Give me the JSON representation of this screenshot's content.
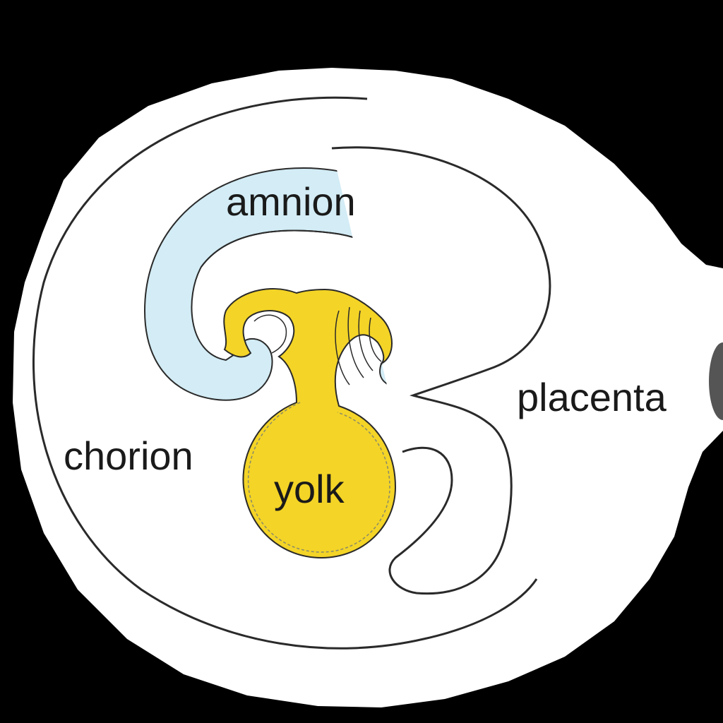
{
  "labels": {
    "amnion": "amnion",
    "chorion": "chorion",
    "placenta": "placenta",
    "yolk": "yolk"
  },
  "colors": {
    "background": "#000000",
    "paper": "#ffffff",
    "amnion_fill": "#d3ecf5",
    "yolk_fill": "#f4d426",
    "outline": "#2a2a2a",
    "label_text": "#1a1a1a"
  }
}
